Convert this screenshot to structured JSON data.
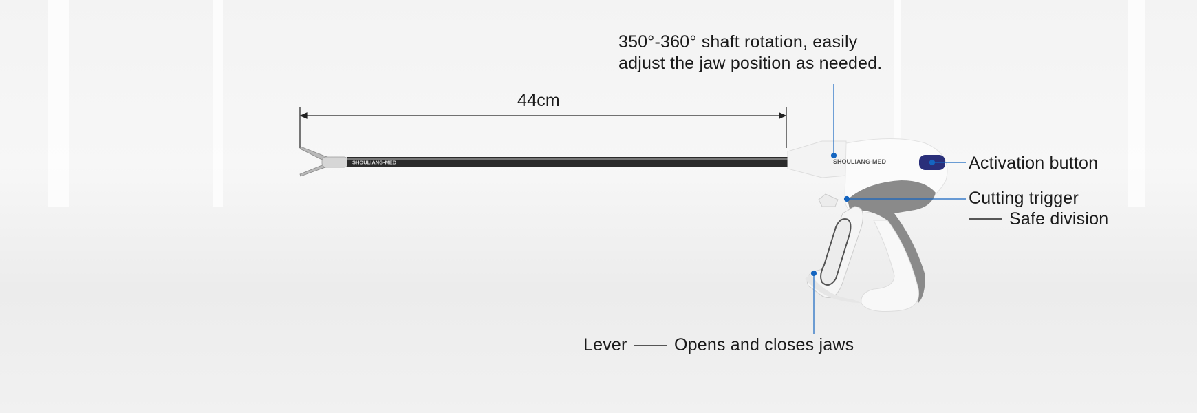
{
  "annotations": {
    "rotation_line1": "350°-360° shaft rotation, easily",
    "rotation_line2": "adjust the jaw position as needed.",
    "length": "44cm",
    "activation": "Activation button",
    "cutting_line1": "Cutting trigger",
    "cutting_line2": "Safe division",
    "lever": "Lever",
    "lever_desc": "Opens and closes jaws"
  },
  "device": {
    "brand_handle": "SHOULiANG-MED",
    "brand_shaft": "SHOULIANG-MED"
  },
  "colors": {
    "leader": "#1565c0",
    "button": "#2a2f7a",
    "grip": "#8a8a8a"
  }
}
